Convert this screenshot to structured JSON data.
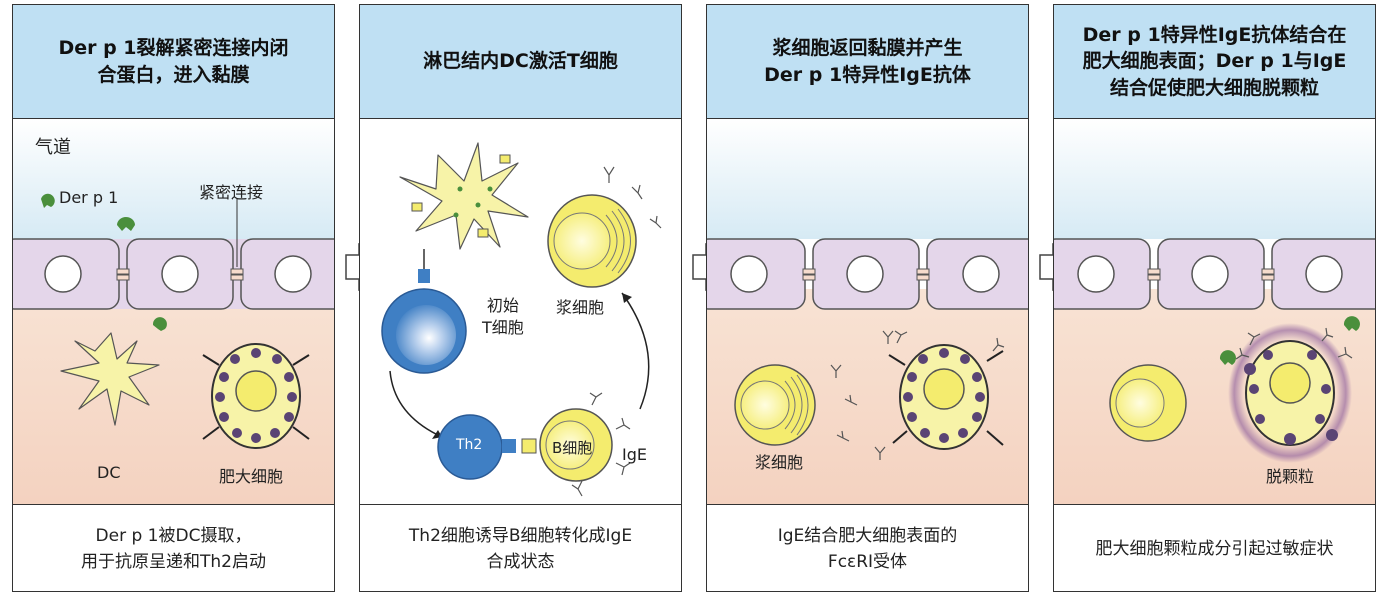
{
  "panels": [
    {
      "header": "Der p 1裂解紧密连接内闭合蛋白，进入黏膜",
      "caption_line1": "Der p 1被DC摄取，",
      "caption_line2": "用于抗原呈递和Th2启动",
      "labels": {
        "airway": "气道",
        "derp1": "Der p 1",
        "tight_junction": "紧密连接",
        "dc": "DC",
        "mast_cell": "肥大细胞"
      }
    },
    {
      "header": "淋巴结内DC激活T细胞",
      "caption_line1": "Th2细胞诱导B细胞转化成IgE",
      "caption_line2": "合成状态",
      "labels": {
        "naive_t_line1": "初始",
        "naive_t_line2": "T细胞",
        "plasma_cell": "浆细胞",
        "th2": "Th2",
        "b_cell": "B细胞",
        "ige": "IgE"
      }
    },
    {
      "header_line1": "浆细胞返回黏膜并产生",
      "header_line2": "Der p 1特异性IgE抗体",
      "caption_line1": "IgE结合肥大细胞表面的",
      "caption_line2": "FcεRI受体",
      "labels": {
        "plasma_cell": "浆细胞"
      }
    },
    {
      "header_line1": "Der p 1特异性IgE抗体结合在",
      "header_line2": "肥大细胞表面；Der p 1与IgE",
      "header_line3": "结合促使肥大细胞脱颗粒",
      "caption": "肥大细胞颗粒成分引起过敏症状",
      "labels": {
        "degranulation": "脱颗粒"
      }
    }
  ],
  "colors": {
    "header_bg": "#bfe0f3",
    "epithelium": "#e4d6ea",
    "tissue": "#f6dccd",
    "airway_blue": "#dcecf5",
    "cell_yellow": "#f7f3a8",
    "t_cell_blue": "#3f7fc4",
    "granule": "#5a4474",
    "allergen_green": "#4a8f3c"
  }
}
